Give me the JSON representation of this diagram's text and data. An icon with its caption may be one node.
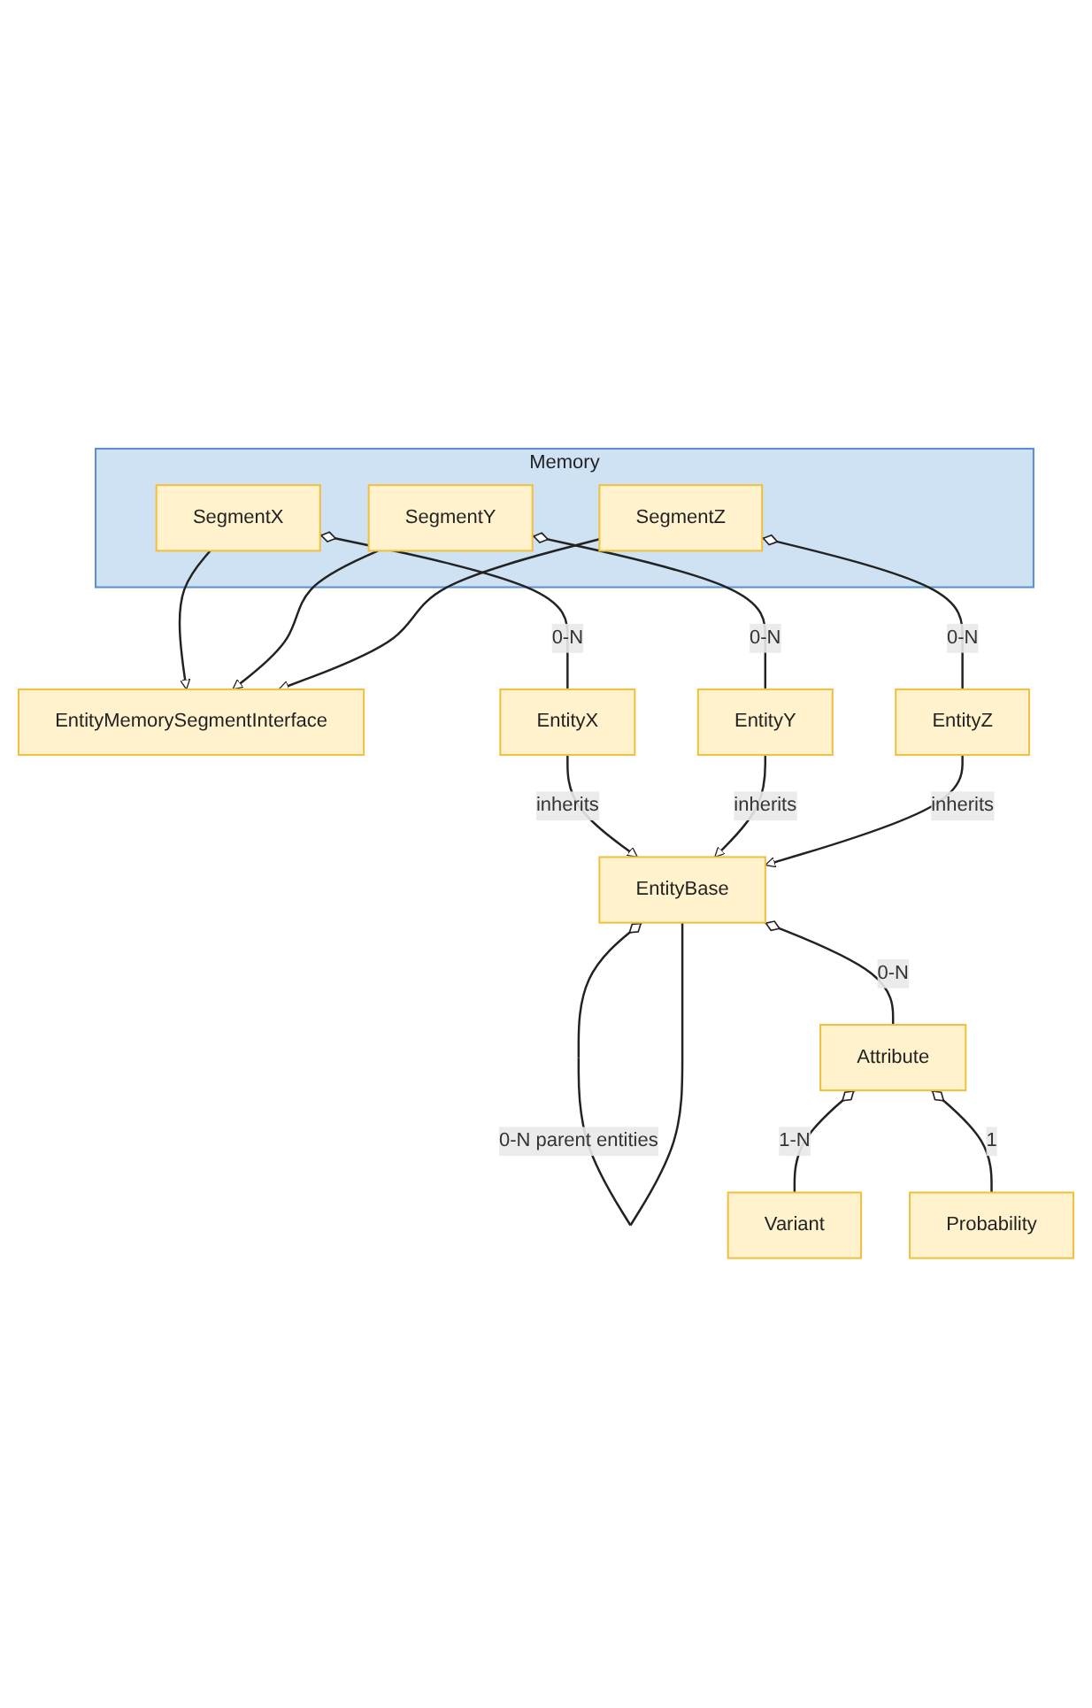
{
  "diagram": {
    "nodes": [
      {
        "text": [
          "Memory"
        ]
      },
      {
        "text": [
          "SegmentX"
        ],
        "in": 0
      },
      {
        "text": [
          "SegmentY"
        ],
        "in": 0
      },
      {
        "text": [
          "SegmentZ"
        ],
        "in": 0
      },
      {
        "text": [
          "EntityMemorySegmentInterface"
        ]
      },
      {
        "text": [
          "EntityX"
        ]
      },
      {
        "text": [
          "EntityY"
        ]
      },
      {
        "text": [
          "EntityZ"
        ]
      },
      {
        "text": [
          "EntityBase"
        ]
      },
      {
        "text": [
          "Attribute"
        ]
      },
      {
        "text": [
          "Variant"
        ]
      },
      {
        "text": [
          "Probability"
        ]
      }
    ],
    "edges": [
      {
        "from": 1,
        "to": 4,
        "arrow": "to"
      },
      {
        "from": 2,
        "to": 4,
        "arrow": "to"
      },
      {
        "from": 3,
        "to": 4,
        "arrow": "to"
      },
      {
        "from": 1,
        "to": 5,
        "arrow": "other",
        "label": "0-N"
      },
      {
        "from": 2,
        "to": 6,
        "arrow": "other",
        "label": "0-N"
      },
      {
        "from": 3,
        "to": 7,
        "arrow": "other",
        "label": "0-N"
      },
      {
        "from": 5,
        "to": 8,
        "arrow": "to",
        "label": "inherits"
      },
      {
        "from": 6,
        "to": 8,
        "arrow": "to",
        "label": "inherits"
      },
      {
        "from": 7,
        "to": 8,
        "arrow": "to",
        "label": "inherits"
      },
      {
        "from": 8,
        "to": 8,
        "arrow": "other",
        "label": "0-N parent entities"
      },
      {
        "from": 8,
        "to": 9,
        "arrow": "other",
        "label": "0-N"
      },
      {
        "from": 9,
        "to": 10,
        "arrow": "other",
        "label": "1-N"
      },
      {
        "from": 9,
        "to": 11,
        "arrow": "other",
        "label": "1"
      }
    ]
  }
}
